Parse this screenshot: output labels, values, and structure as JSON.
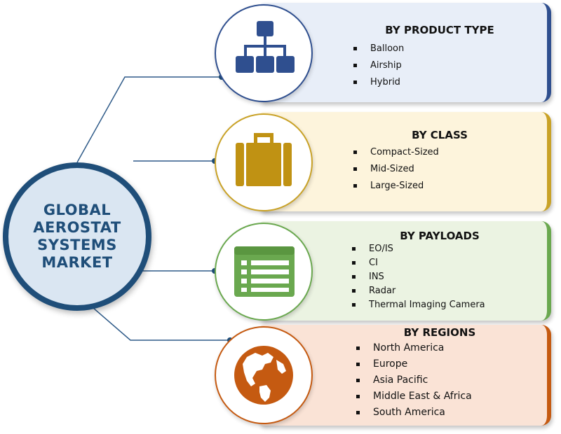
{
  "hub": {
    "title": "GLOBAL AEROSTAT SYSTEMS MARKET"
  },
  "segments": [
    {
      "title": "BY PRODUCT TYPE",
      "icon": "hierarchy-icon",
      "color": "#2f4f8f",
      "items": [
        "Balloon",
        "Airship",
        "Hybrid"
      ]
    },
    {
      "title": "BY CLASS",
      "icon": "briefcase-icon",
      "color": "#c9a227",
      "items": [
        "Compact-Sized",
        "Mid-Sized",
        "Large-Sized"
      ]
    },
    {
      "title": "BY PAYLOADS",
      "icon": "list-window-icon",
      "color": "#6aa84f",
      "items": [
        "EO/IS",
        "CI",
        "INS",
        "Radar",
        "Thermal Imaging Camera"
      ]
    },
    {
      "title": "BY REGIONS",
      "icon": "globe-icon",
      "color": "#c55a11",
      "items": [
        "North America",
        "Europe",
        "Asia Pacific",
        "Middle East & Africa",
        "South America"
      ]
    }
  ]
}
